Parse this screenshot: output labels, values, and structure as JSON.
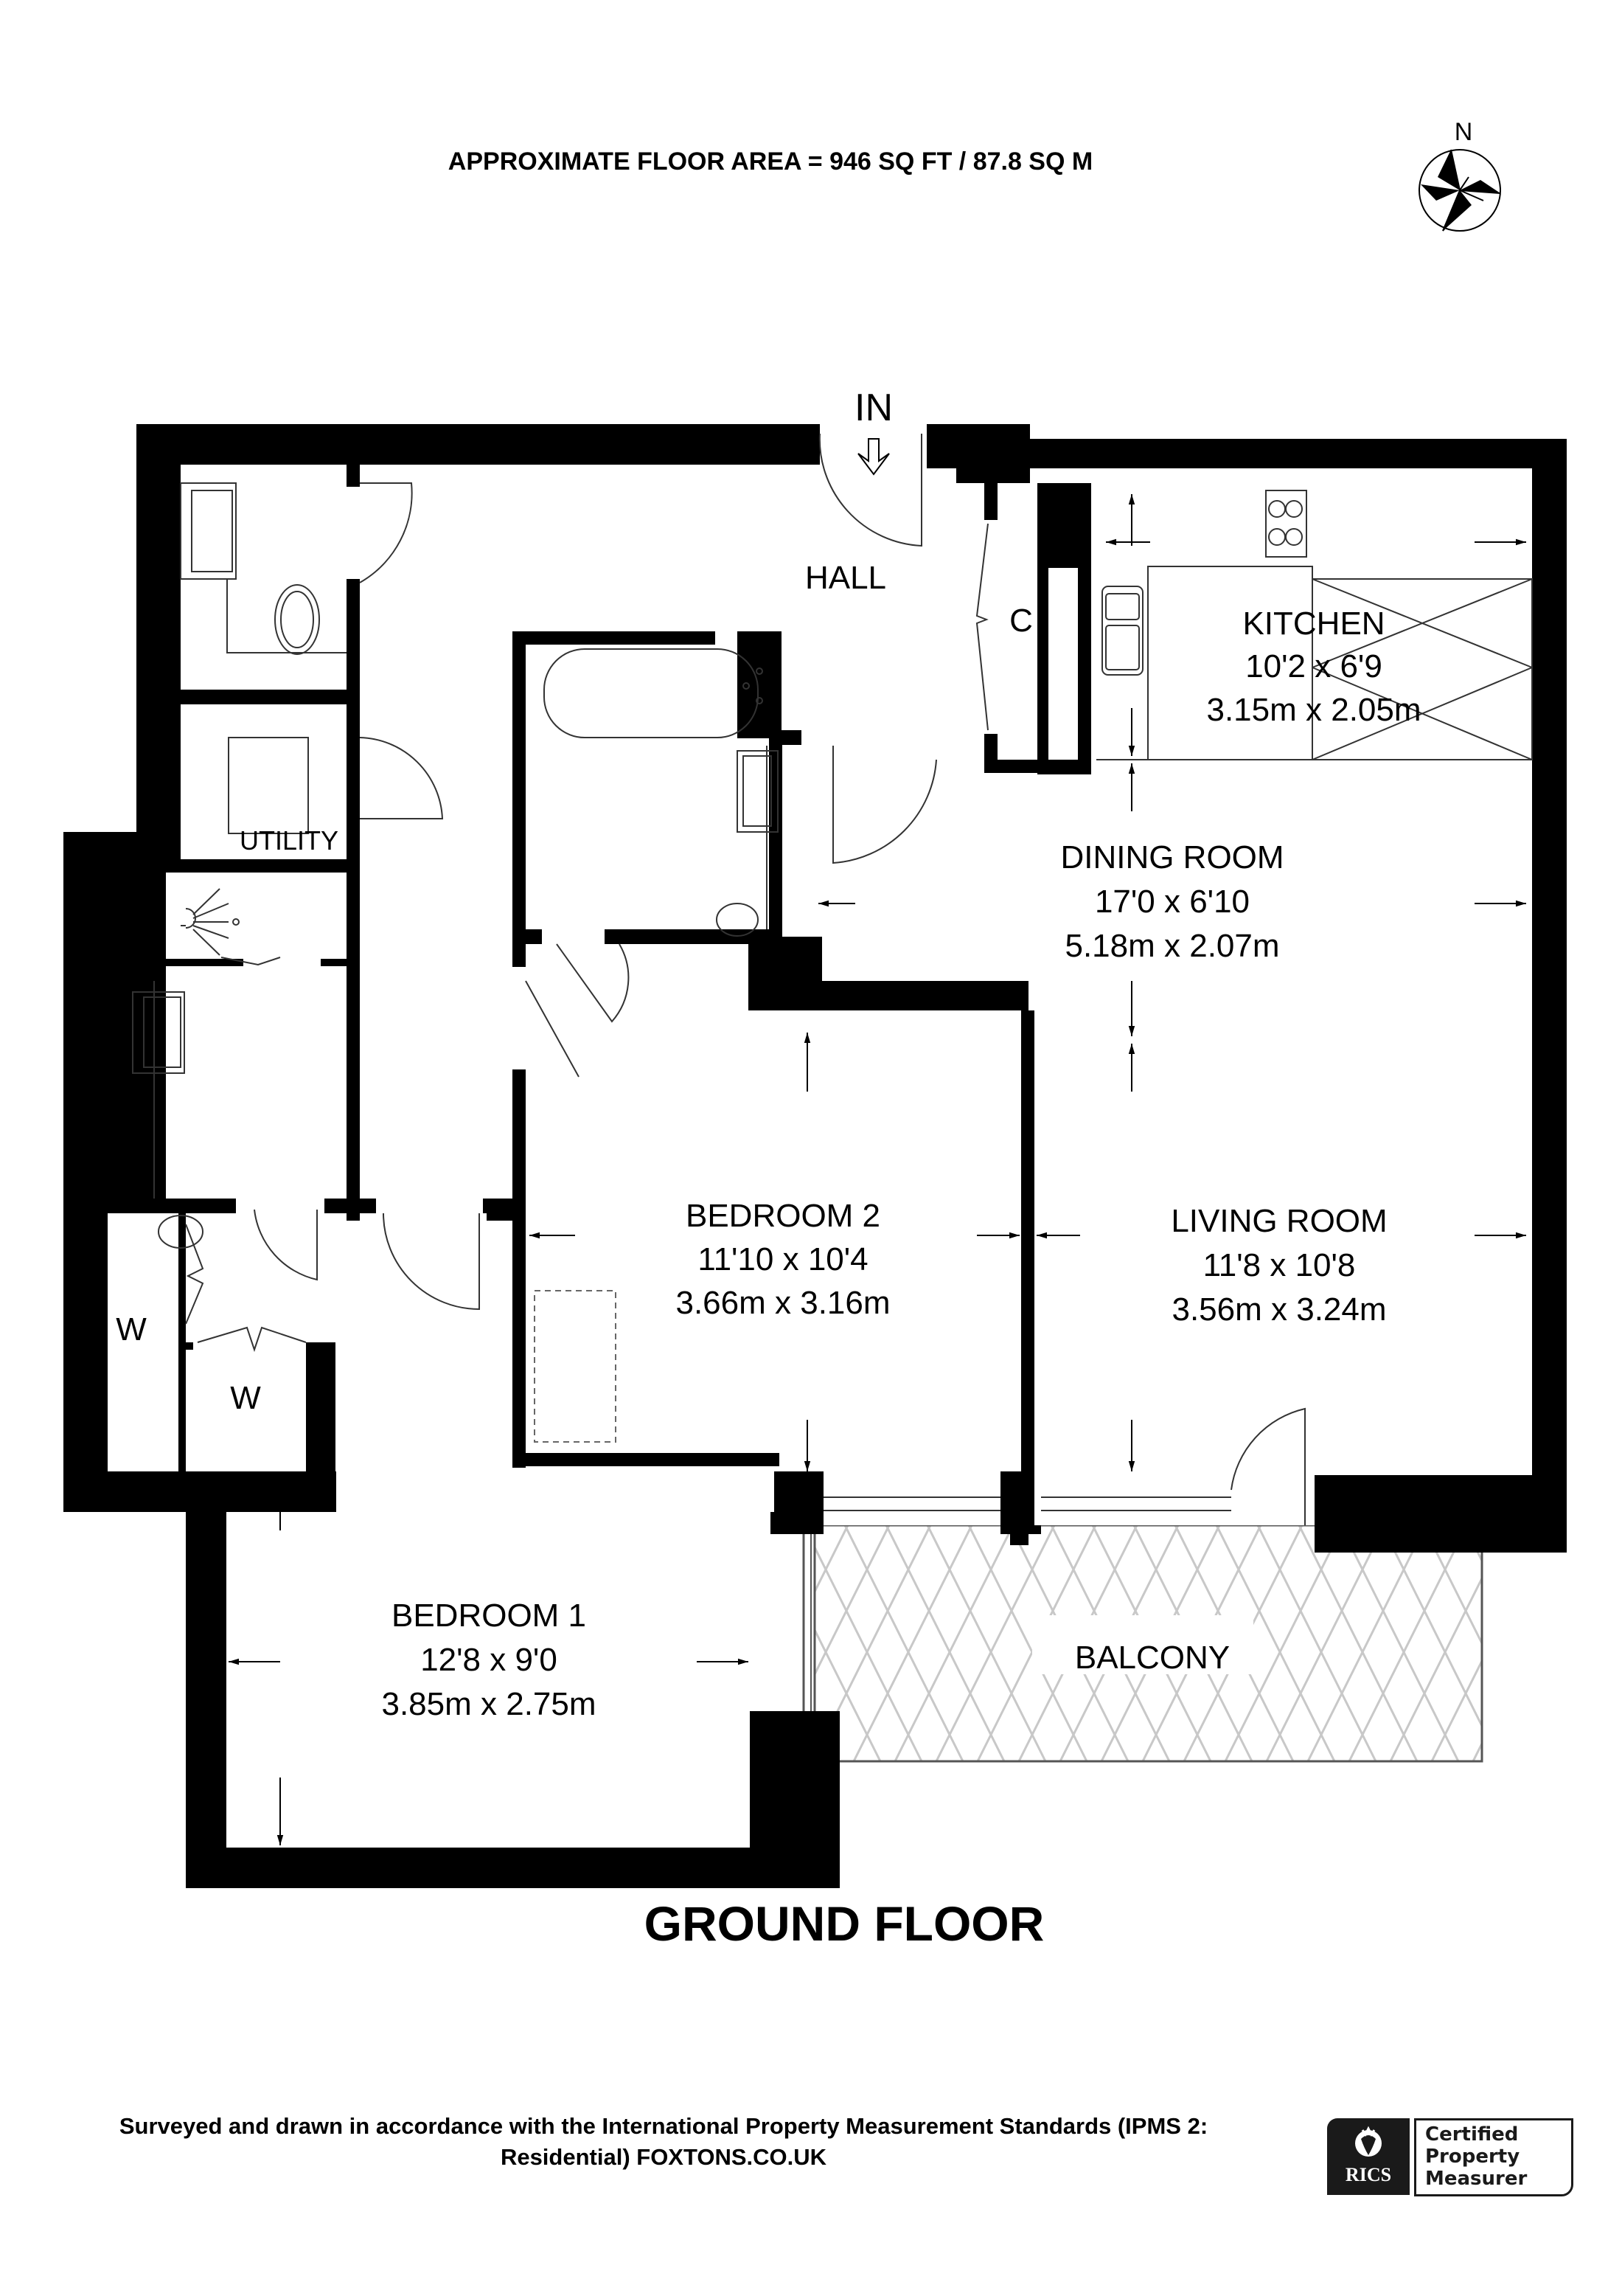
{
  "header": {
    "floor_area": "APPROXIMATE FLOOR AREA = 946 SQ FT / 87.8 SQ M"
  },
  "compass": {
    "label": "N",
    "icon": "north-compass-rose-icon"
  },
  "entrance": {
    "label": "IN",
    "icon": "down-arrow-icon"
  },
  "rooms": {
    "hall": {
      "name": "HALL"
    },
    "cupboard": {
      "name": "C"
    },
    "utility": {
      "name": "UTILITY"
    },
    "wardrobe_1": {
      "name": "W"
    },
    "wardrobe_2": {
      "name": "W"
    },
    "kitchen": {
      "name": "KITCHEN",
      "imperial": "10'2 x 6'9",
      "metric": "3.15m x 2.05m"
    },
    "dining_room": {
      "name": "DINING ROOM",
      "imperial": "17'0 x 6'10",
      "metric": "5.18m x 2.07m"
    },
    "bedroom_2": {
      "name": "BEDROOM 2",
      "imperial": "11'10 x 10'4",
      "metric": "3.66m x 3.16m"
    },
    "living_room": {
      "name": "LIVING ROOM",
      "imperial": "11'8 x 10'8",
      "metric": "3.56m x 3.24m"
    },
    "bedroom_1": {
      "name": "BEDROOM 1",
      "imperial": "12'8 x 9'0",
      "metric": "3.85m x 2.75m"
    },
    "balcony": {
      "name": "BALCONY"
    }
  },
  "floor_title": "GROUND FLOOR",
  "footer": {
    "line1": "Surveyed and drawn in accordance with the International Property Measurement Standards (IPMS 2:",
    "line2": "Residential) FOXTONS.CO.UK"
  },
  "badge": {
    "org": "RICS",
    "line1": "Certified",
    "line2": "Property",
    "line3": "Measurer"
  },
  "colors": {
    "wall": "#000000",
    "background": "#ffffff",
    "hatch": "#c8c8c8",
    "fixture_line": "#333333"
  }
}
